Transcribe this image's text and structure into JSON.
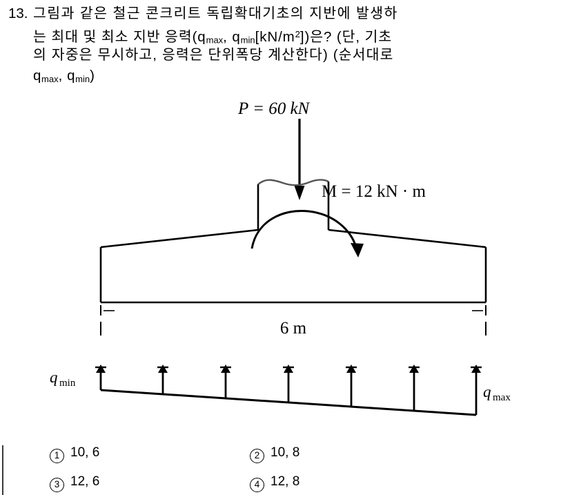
{
  "question": {
    "number": "13.",
    "line1": "그림과 같은 철근 콘크리트 독립확대기초의 지반에 발생하",
    "line2_a": "는 최대 및 최소 지반 응력(q",
    "line2_sub1": "max",
    "line2_b": ", q",
    "line2_sub2": "min",
    "line2_c": "[kN/m",
    "line2_sup": "2",
    "line2_d": "])은? (단, 기초",
    "line3": "의 자중은 무시하고, 응력은 단위폭당 계산한다) (순서대로",
    "line4_a": "q",
    "line4_sub1": "max",
    "line4_b": ",  q",
    "line4_sub2": "min",
    "line4_c": ")"
  },
  "figure": {
    "load_label": "P = 60 kN",
    "moment_label": "M = 12 kN · m",
    "width_label": "6 m",
    "q_min_label_base": "q",
    "q_min_label_sub": "min",
    "q_max_label_base": "q",
    "q_max_label_sub": "max",
    "colors": {
      "line": "#000000",
      "background": "#ffffff"
    }
  },
  "options": [
    {
      "marker": "1",
      "text": "10, 6"
    },
    {
      "marker": "2",
      "text": "10, 8"
    },
    {
      "marker": "3",
      "text": "12, 6"
    },
    {
      "marker": "4",
      "text": "12, 8"
    }
  ]
}
